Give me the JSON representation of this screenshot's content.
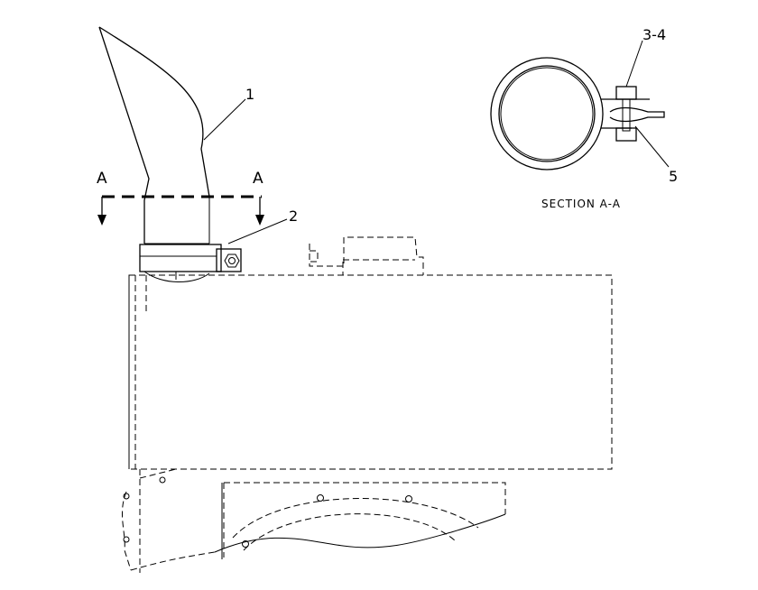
{
  "callouts": {
    "c1": "1",
    "c2": "2",
    "c34": "3-4",
    "c5": "5"
  },
  "section_marks": {
    "left": "A",
    "right": "A"
  },
  "section_title": "SECTION A-A",
  "colors": {
    "line": "#000000",
    "background": "#ffffff"
  }
}
